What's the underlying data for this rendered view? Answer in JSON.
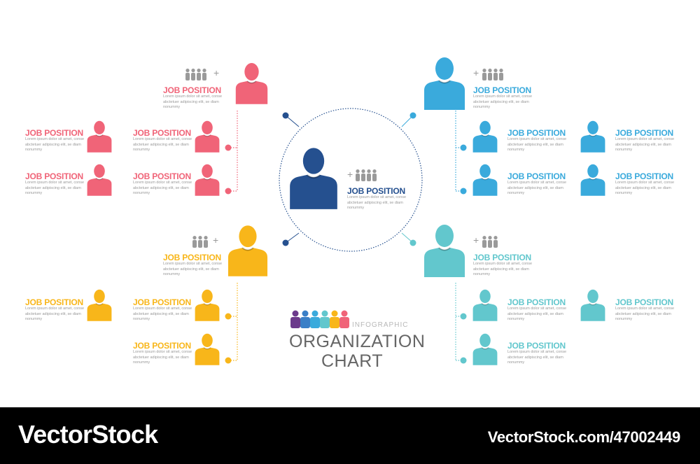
{
  "colors": {
    "red": "#f06478",
    "blue": "#3aaadc",
    "yellow": "#f8b61a",
    "teal": "#62c7cd",
    "navy": "#25508f",
    "gray": "#9a9a9a"
  },
  "icons": [
    "person-icon",
    "team-icon",
    "plus-icon"
  ],
  "center": {
    "position_label": "JOB POSITION",
    "description": "Lorem ipsum dolor sit amet, conse abctetuer adipiscing elit, se diam nonummy"
  },
  "branches": {
    "red": {
      "head": {
        "position_label": "JOB POSITION",
        "description": "Lorem ipsum dolor sit amet, conse abctetuer adipiscing elit, se diam nonummy"
      },
      "members": [
        {
          "position_label": "JOB POSITION",
          "description": "Lorem ipsum dolor sit amet, conse abctetuer adipiscing elit, se diam nonummy"
        },
        {
          "position_label": "JOB POSITION",
          "description": "Lorem ipsum dolor sit amet, conse abctetuer adipiscing elit, se diam nonummy"
        },
        {
          "position_label": "JOB POSITION",
          "description": "Lorem ipsum dolor sit amet, conse abctetuer adipiscing elit, se diam nonummy"
        },
        {
          "position_label": "JOB POSITION",
          "description": "Lorem ipsum dolor sit amet, conse abctetuer adipiscing elit, se diam nonummy"
        }
      ]
    },
    "blue": {
      "head": {
        "position_label": "JOB POSITION",
        "description": "Lorem ipsum dolor sit amet, conse abctetuer adipiscing elit, se diam nonummy"
      },
      "members": [
        {
          "position_label": "JOB POSITION",
          "description": "Lorem ipsum dolor sit amet, conse abctetuer adipiscing elit, se diam nonummy"
        },
        {
          "position_label": "JOB POSITION",
          "description": "Lorem ipsum dolor sit amet, conse abctetuer adipiscing elit, se diam nonummy"
        },
        {
          "position_label": "JOB POSITION",
          "description": "Lorem ipsum dolor sit amet, conse abctetuer adipiscing elit, se diam nonummy"
        },
        {
          "position_label": "JOB POSITION",
          "description": "Lorem ipsum dolor sit amet, conse abctetuer adipiscing elit, se diam nonummy"
        }
      ]
    },
    "yellow": {
      "head": {
        "position_label": "JOB POSITION",
        "description": "Lorem ipsum dolor sit amet, conse abctetuer adipiscing elit, se diam nonummy"
      },
      "members": [
        {
          "position_label": "JOB POSITION",
          "description": "Lorem ipsum dolor sit amet, conse abctetuer adipiscing elit, se diam nonummy"
        },
        {
          "position_label": "JOB POSITION",
          "description": "Lorem ipsum dolor sit amet, conse abctetuer adipiscing elit, se diam nonummy"
        },
        {
          "position_label": "JOB POSITION",
          "description": "Lorem ipsum dolor sit amet, conse abctetuer adipiscing elit, se diam nonummy"
        }
      ]
    },
    "teal": {
      "head": {
        "position_label": "JOB POSITION",
        "description": "Lorem ipsum dolor sit amet, conse abctetuer adipiscing elit, se diam nonummy"
      },
      "members": [
        {
          "position_label": "JOB POSITION",
          "description": "Lorem ipsum dolor sit amet, conse abctetuer adipiscing elit, se diam nonummy"
        },
        {
          "position_label": "JOB POSITION",
          "description": "Lorem ipsum dolor sit amet, conse abctetuer adipiscing elit, se diam nonummy"
        },
        {
          "position_label": "JOB POSITION",
          "description": "Lorem ipsum dolor sit amet, conse abctetuer adipiscing elit, se diam nonummy"
        }
      ]
    }
  },
  "title": {
    "infographic": "INFOGRAPHIC",
    "line1": "ORGANIZATION",
    "line2": "CHART"
  },
  "footer": {
    "brand": "VectorStock",
    "credit": "VectorStock.com/47002449"
  }
}
